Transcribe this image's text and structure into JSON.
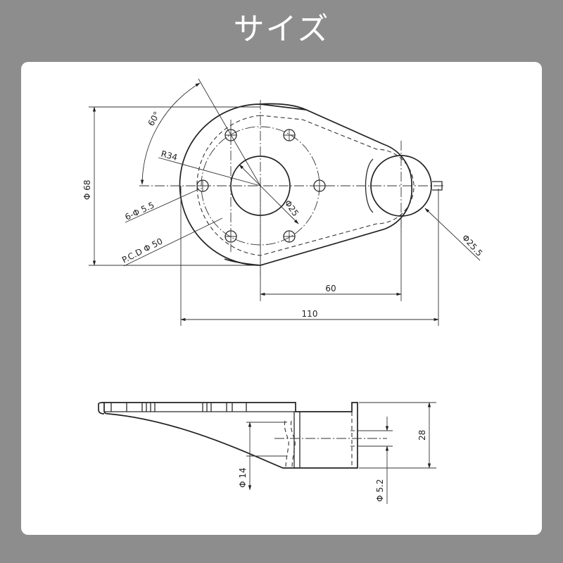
{
  "page": {
    "title": "サイズ",
    "background_color": "#8d8d8d",
    "panel_color": "#ffffff"
  },
  "plan_view": {
    "angle_label": "60°",
    "radius_label": "R34",
    "width_label": "Φ 68",
    "holes_label": "6-Φ 5.5",
    "pcd_label": "P.C.D Φ 50",
    "center_hole_label": "Φ25",
    "right_hole_label": "Φ25.5",
    "center_distance_label": "60",
    "total_length_label": "110"
  },
  "side_view": {
    "height_label": "28",
    "bore_label": "Φ 14",
    "hole_label": "Φ 5.2"
  }
}
